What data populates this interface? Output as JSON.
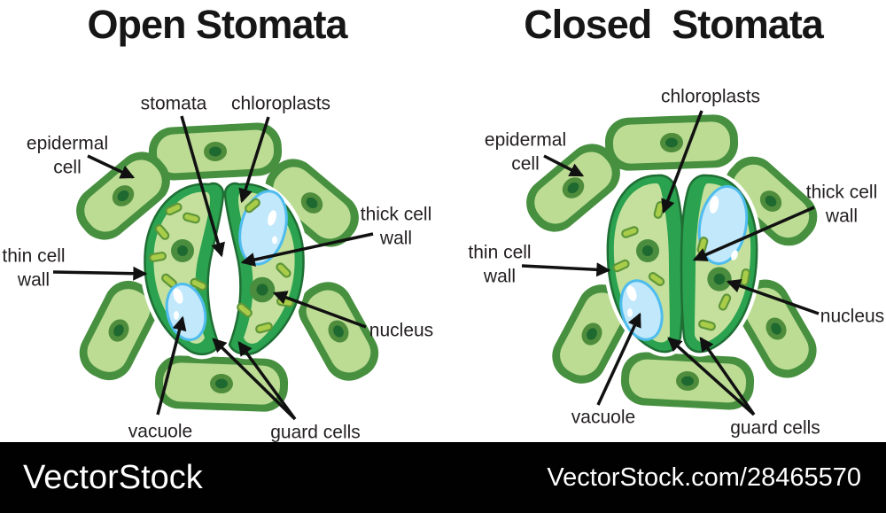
{
  "titles": {
    "open": "Open Stomata",
    "closed": "Closed  Stomata"
  },
  "labels": {
    "stomata": "stomata",
    "chloroplasts": "chloroplasts",
    "epidermal_cell": "epidermal cell",
    "thin_cell_wall": "thin cell wall",
    "thick_cell_wall": "thick cell wall",
    "nucleus": "nucleus",
    "vacuole": "vacuole",
    "guard_cells": "guard cells"
  },
  "footer": {
    "brand": "VectorStock",
    "url": "VectorStock.com/28465570"
  },
  "colors": {
    "epidermal_border": "#47903f",
    "epidermal_fill": "#bcdc94",
    "guard_wall": "#2aa24f",
    "guard_outline": "#1f6e34",
    "guard_fill": "#c4e09c",
    "nucleus_outer": "#4f8d3d",
    "nucleus_inner": "#1e6930",
    "chloroplast_fill": "#a9cc49",
    "chloroplast_outline": "#5f963a",
    "vacuole_fill": "#c2e8fb",
    "vacuole_outline": "#4fbcee",
    "label_text": "#231f20",
    "arrow": "#111111",
    "footer_bg": "#010101",
    "footer_text": "#ffffff"
  }
}
